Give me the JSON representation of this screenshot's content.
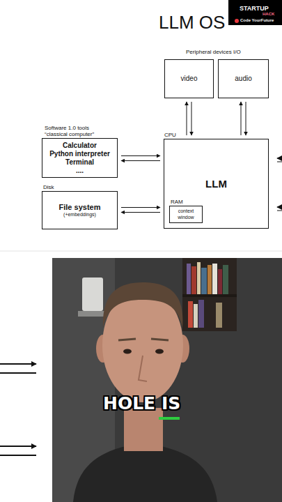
{
  "diagram": {
    "title": "LLM OS",
    "nodes": [
      {
        "text": [
          "video"
        ]
      },
      {
        "text": [
          "audio"
        ]
      },
      {
        "text": [
          "Software 1.0 tools “classical computer”",
          "Calculator",
          "Python interpreter",
          "Terminal",
          "...."
        ]
      },
      {
        "text": [
          "Disk",
          "File system",
          "(+embeddings)"
        ]
      },
      {
        "text": [
          "CPU",
          "LLM"
        ]
      },
      {
        "text": [
          "RAM",
          "context window"
        ],
        "in": 4
      }
    ],
    "edges": [
      {
        "from": 0,
        "to": 4,
        "arrow": "to"
      },
      {
        "from": 4,
        "to": 0,
        "arrow": "to"
      },
      {
        "from": 1,
        "to": 4,
        "arrow": "to"
      },
      {
        "from": 4,
        "to": 1,
        "arrow": "to"
      },
      {
        "from": 2,
        "to": 4,
        "arrow": "to"
      },
      {
        "from": 4,
        "to": 2,
        "arrow": "to"
      },
      {
        "from": 3,
        "to": 4,
        "arrow": "to"
      },
      {
        "from": 4,
        "to": 3,
        "arrow": "to"
      }
    ],
    "labels": [
      "Peripheral devices I/O",
      "HOLE IS",
      "STARTUP",
      "HACK",
      "Code YourFuture"
    ]
  }
}
